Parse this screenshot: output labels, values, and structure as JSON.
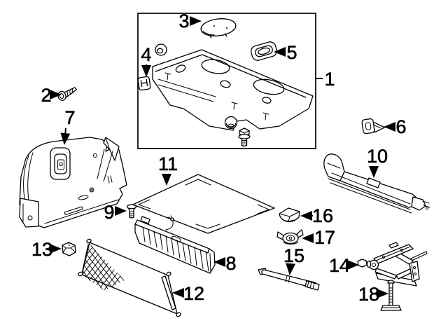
{
  "diagram": {
    "background": "#ffffff",
    "line_color": "#000000",
    "type": "exploded-parts-diagram",
    "subject": "rear-body-interior-trim-and-jack-components",
    "callouts": [
      {
        "num": "1",
        "part": "package-tray-trim-assembly"
      },
      {
        "num": "2",
        "part": "screw"
      },
      {
        "num": "3",
        "part": "oval-cover-cap"
      },
      {
        "num": "4",
        "part": "retainer-clip"
      },
      {
        "num": "5",
        "part": "bezel"
      },
      {
        "num": "6",
        "part": "bracket"
      },
      {
        "num": "7",
        "part": "quarter-trim-panel"
      },
      {
        "num": "8",
        "part": "rear-sill-trim-plate"
      },
      {
        "num": "9",
        "part": "push-pin-retainer"
      },
      {
        "num": "10",
        "part": "sill-rail"
      },
      {
        "num": "11",
        "part": "trunk-floor-mat"
      },
      {
        "num": "12",
        "part": "cargo-net"
      },
      {
        "num": "13",
        "part": "hex-nut"
      },
      {
        "num": "14",
        "part": "scissor-jack"
      },
      {
        "num": "15",
        "part": "jack-handle-bar"
      },
      {
        "num": "16",
        "part": "retainer-wedge"
      },
      {
        "num": "17",
        "part": "wing-nut"
      },
      {
        "num": "18",
        "part": "jack-hold-down-bolt"
      }
    ]
  }
}
